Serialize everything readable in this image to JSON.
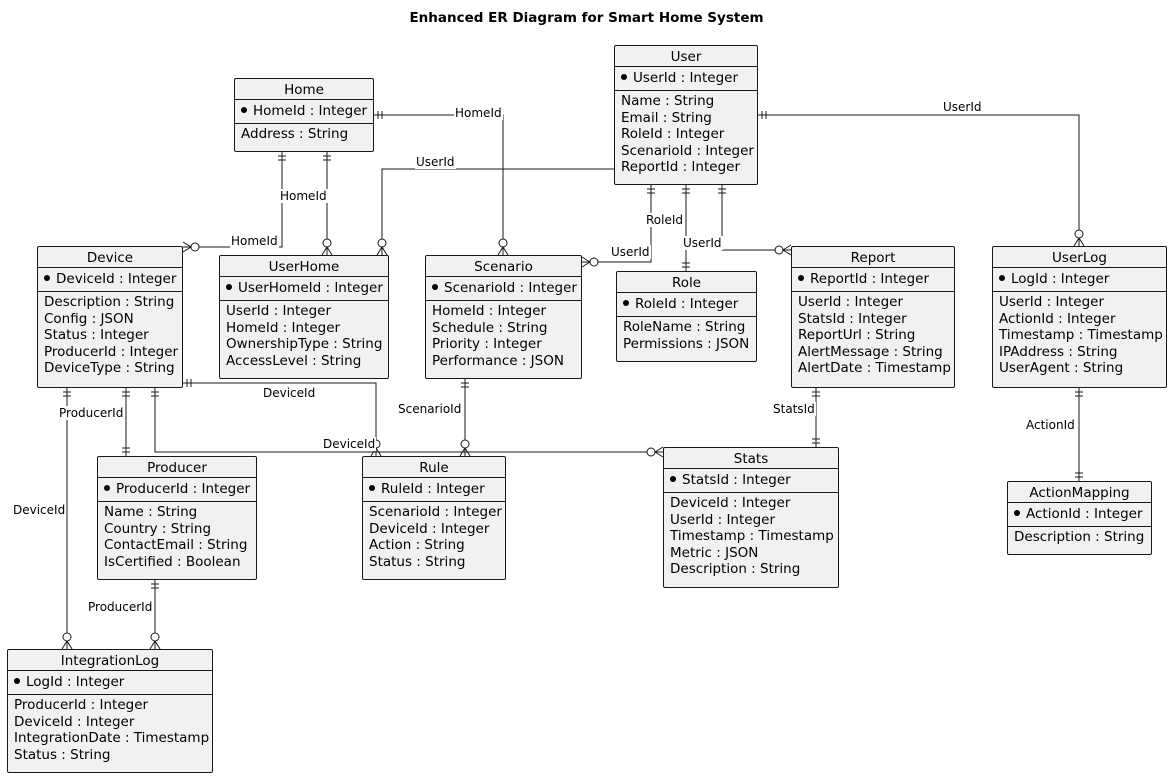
{
  "diagram": {
    "title": "Enhanced ER Diagram for Smart Home System"
  },
  "entities": {
    "user": {
      "name": "User",
      "pk": "UserId : Integer",
      "attrs": [
        "Name : String",
        "Email : String",
        "RoleId : Integer",
        "ScenarioId : Integer",
        "ReportId : Integer"
      ]
    },
    "home": {
      "name": "Home",
      "pk": "HomeId : Integer",
      "attrs": [
        "Address : String"
      ]
    },
    "device": {
      "name": "Device",
      "pk": "DeviceId : Integer",
      "attrs": [
        "Description : String",
        "Config : JSON",
        "Status : Integer",
        "ProducerId : Integer",
        "DeviceType : String"
      ]
    },
    "userhome": {
      "name": "UserHome",
      "pk": "UserHomeId : Integer",
      "attrs": [
        "UserId : Integer",
        "HomeId : Integer",
        "OwnershipType : String",
        "AccessLevel : String"
      ]
    },
    "scenario": {
      "name": "Scenario",
      "pk": "ScenarioId : Integer",
      "attrs": [
        "HomeId : Integer",
        "Schedule : String",
        "Priority : Integer",
        "Performance : JSON"
      ]
    },
    "role": {
      "name": "Role",
      "pk": "RoleId : Integer",
      "attrs": [
        "RoleName : String",
        "Permissions : JSON"
      ]
    },
    "report": {
      "name": "Report",
      "pk": "ReportId : Integer",
      "attrs": [
        "UserId : Integer",
        "StatsId : Integer",
        "ReportUrl : String",
        "AlertMessage : String",
        "AlertDate : Timestamp"
      ]
    },
    "userlog": {
      "name": "UserLog",
      "pk": "LogId : Integer",
      "attrs": [
        "UserId : Integer",
        "ActionId : Integer",
        "Timestamp : Timestamp",
        "IPAddress : String",
        "UserAgent : String"
      ]
    },
    "producer": {
      "name": "Producer",
      "pk": "ProducerId : Integer",
      "attrs": [
        "Name : String",
        "Country : String",
        "ContactEmail : String",
        "IsCertified : Boolean"
      ]
    },
    "rule": {
      "name": "Rule",
      "pk": "RuleId : Integer",
      "attrs": [
        "ScenarioId : Integer",
        "DeviceId : Integer",
        "Action : String",
        "Status : String"
      ]
    },
    "stats": {
      "name": "Stats",
      "pk": "StatsId : Integer",
      "attrs": [
        "DeviceId : Integer",
        "UserId : Integer",
        "Timestamp : Timestamp",
        "Metric : JSON",
        "Description : String"
      ]
    },
    "actionmapping": {
      "name": "ActionMapping",
      "pk": "ActionId : Integer",
      "attrs": [
        "Description : String"
      ]
    },
    "integrationlog": {
      "name": "IntegrationLog",
      "pk": "LogId : Integer",
      "attrs": [
        "ProducerId : Integer",
        "DeviceId : Integer",
        "IntegrationDate : Timestamp",
        "Status : String"
      ]
    }
  },
  "relationships": [
    {
      "id": "home-scenario",
      "label": "HomeId"
    },
    {
      "id": "user-userlog",
      "label": "UserId"
    },
    {
      "id": "user-userhome",
      "label": "UserId"
    },
    {
      "id": "home-userhome",
      "label": "HomeId"
    },
    {
      "id": "home-device",
      "label": "HomeId"
    },
    {
      "id": "user-role",
      "label": "RoleId"
    },
    {
      "id": "user-scenario",
      "label": "UserId"
    },
    {
      "id": "user-report",
      "label": "UserId"
    },
    {
      "id": "device-rule",
      "label": "DeviceId"
    },
    {
      "id": "device-producer",
      "label": "ProducerId"
    },
    {
      "id": "scenario-rule",
      "label": "ScenarioId"
    },
    {
      "id": "report-stats",
      "label": "StatsId"
    },
    {
      "id": "device-stats",
      "label": "DeviceId"
    },
    {
      "id": "userlog-actionmapping",
      "label": "ActionId"
    },
    {
      "id": "device-integrationlog",
      "label": "DeviceId"
    },
    {
      "id": "producer-integrationlog",
      "label": "ProducerId"
    }
  ]
}
